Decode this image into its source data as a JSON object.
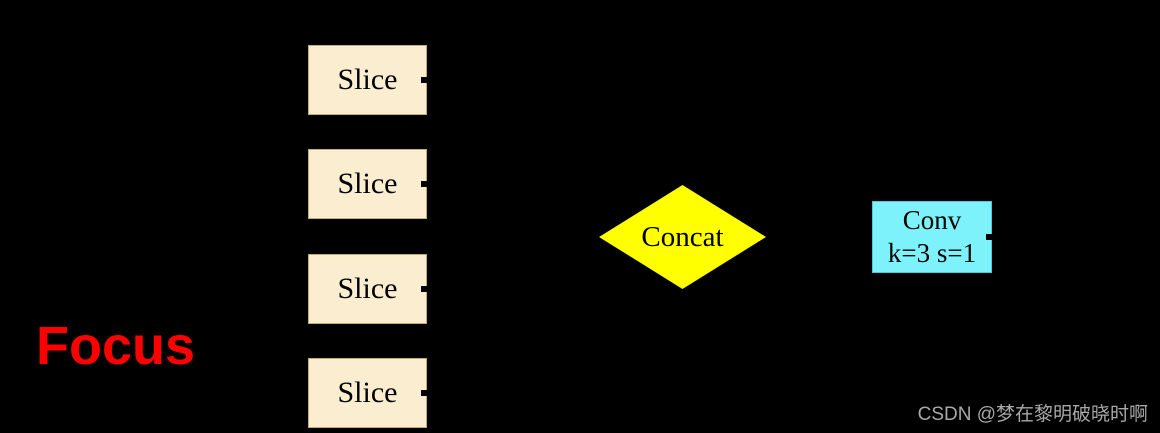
{
  "colors": {
    "background": "#000000",
    "slice_fill": "#FBEDD0",
    "slice_border": "#BFAC72",
    "concat_fill": "#FFFF00",
    "conv_fill": "#7DF2FA",
    "conv_border": "#48C9DC",
    "node_text": "#000000",
    "focus_text": "#FF0000",
    "watermark_text": "#A8A8A8"
  },
  "diagram": {
    "focus_label": "Focus",
    "slices": [
      {
        "label": "Slice"
      },
      {
        "label": "Slice"
      },
      {
        "label": "Slice"
      },
      {
        "label": "Slice"
      }
    ],
    "concat": {
      "label": "Concat"
    },
    "conv": {
      "label": "Conv",
      "params": "k=3 s=1"
    }
  },
  "watermark": "CSDN @梦在黎明破晓时啊"
}
